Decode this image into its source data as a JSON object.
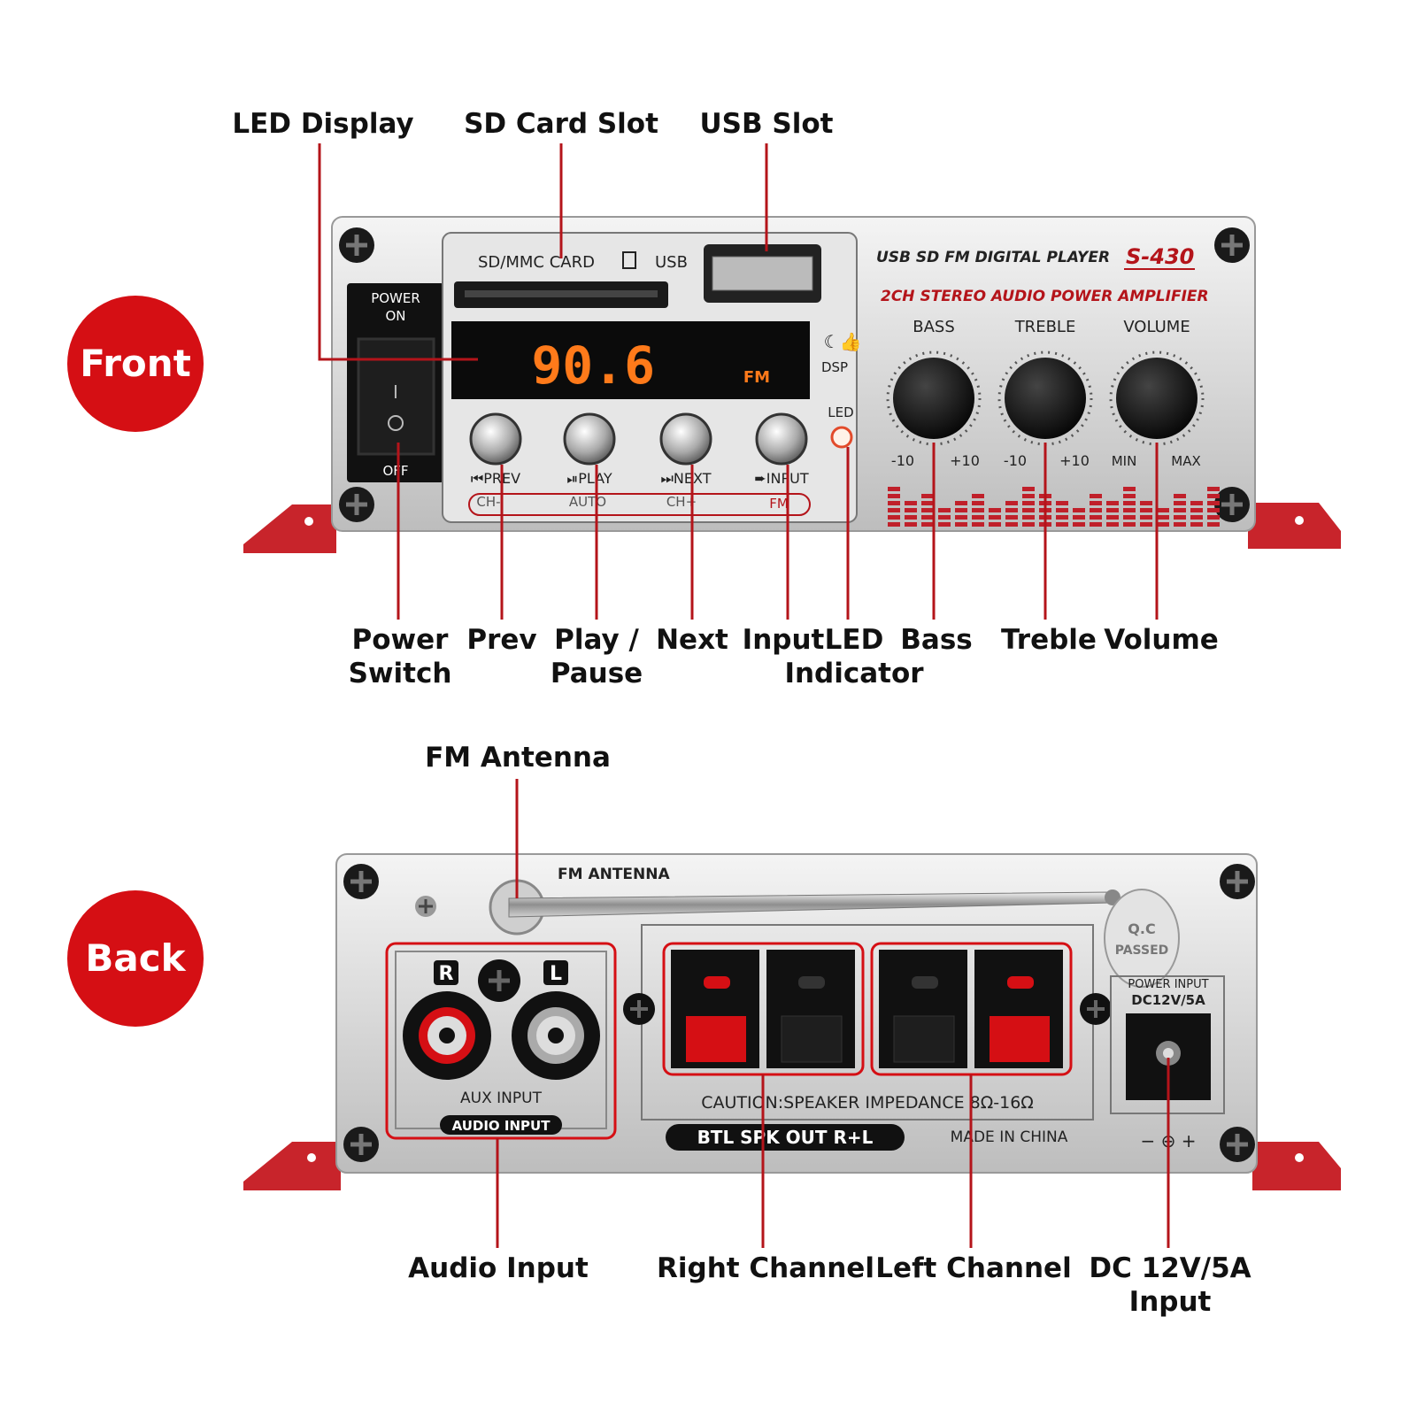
{
  "badges": {
    "front": "Front",
    "back": "Back"
  },
  "callouts": {
    "front_top": [
      "LED Display",
      "SD Card Slot",
      "USB Slot"
    ],
    "front_bottom": [
      [
        "Power",
        "Switch"
      ],
      [
        "Prev"
      ],
      [
        "Play /",
        "Pause"
      ],
      [
        "Next"
      ],
      [
        "Input"
      ],
      [
        "LED",
        "Indicator"
      ],
      [
        "Bass"
      ],
      [
        "Treble"
      ],
      [
        "Volume"
      ]
    ],
    "back_top": [
      "FM Antenna"
    ],
    "back_bottom": [
      [
        "Audio Input"
      ],
      [
        "Right Channel"
      ],
      [
        "Left Channel"
      ],
      [
        "DC 12V/5A",
        "Input"
      ]
    ]
  },
  "front_panel": {
    "power_on": [
      "POWER",
      "ON"
    ],
    "power_off": "OFF",
    "power_rocker_mark": "I",
    "sd_label": "SD/MMC CARD",
    "usb_label": "USB",
    "display_value": "90.6",
    "display_band": "FM",
    "dsp_label": "DSP",
    "led_label": "LED",
    "brand_line": "USB SD FM DIGITAL PLAYER",
    "model": "S-430",
    "subtitle": "2CH STEREO AUDIO POWER AMPLIFIER",
    "knobs": [
      {
        "name": "BASS",
        "min": "-10",
        "max": "+10"
      },
      {
        "name": "TREBLE",
        "min": "-10",
        "max": "+10"
      },
      {
        "name": "VOLUME",
        "min": "MIN",
        "max": "MAX"
      }
    ],
    "buttons": [
      {
        "label": "⏮PREV",
        "sub": "CH-"
      },
      {
        "label": "⏯PLAY",
        "sub": "AUTO"
      },
      {
        "label": "⏭NEXT",
        "sub": "CH+"
      },
      {
        "label": "➨INPUT",
        "sub": "FM"
      }
    ]
  },
  "back_panel": {
    "fm_label": "FM ANTENNA",
    "qc": [
      "Q.C",
      "PASSED"
    ],
    "aux_r": "R",
    "aux_l": "L",
    "aux_label": "AUX INPUT",
    "audio_input_tag": "AUDIO INPUT",
    "caution": "CAUTION:SPEAKER IMPEDANCE 8Ω-16Ω",
    "btl": "BTL SPK OUT R+L",
    "made_in": "MADE IN CHINA",
    "power_input": [
      "POWER INPUT",
      "DC12V/5A"
    ],
    "polarity": "− ⊖ +"
  },
  "colors": {
    "accent": "#d50f14",
    "leader": "#b4141a",
    "display": "#ff7a1a"
  }
}
